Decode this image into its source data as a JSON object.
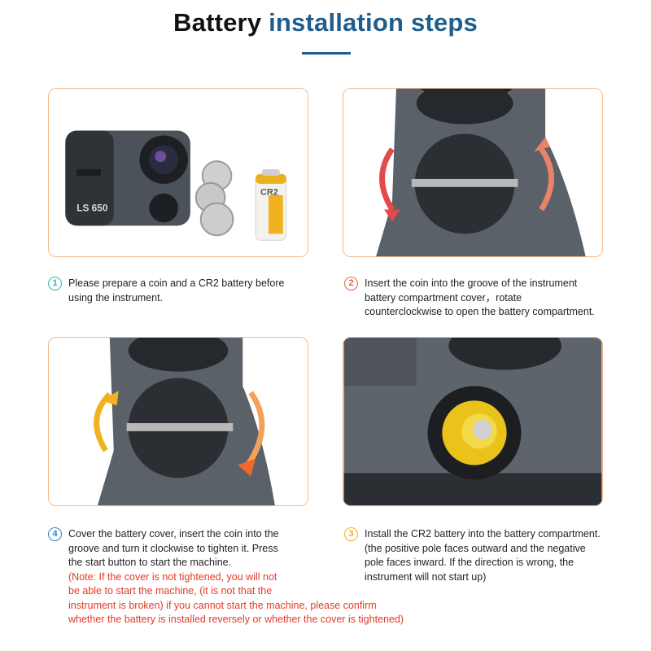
{
  "header": {
    "title_part1": "Battery",
    "title_part2": "installation steps"
  },
  "colors": {
    "title_accent": "#1f5d8c",
    "card_border": "#f2b98a",
    "step1": "#3bb5b5",
    "step2": "#e8663a",
    "step3": "#f0b21e",
    "step4": "#2a86c8",
    "note": "#e03b2a"
  },
  "images": {
    "device_label": "LS 650",
    "battery_label": "CR2"
  },
  "steps": [
    {
      "number": "1",
      "lines": [
        "Please prepare a coin and a CR2 battery before",
        "using the instrument."
      ]
    },
    {
      "number": "2",
      "lines": [
        "Insert the coin into the groove of the instrument",
        "battery compartment cover，rotate",
        "counterclockwise to open the battery compartment."
      ]
    },
    {
      "number": "3",
      "lines": [
        "Install the CR2 battery into the battery compartment.",
        "(the positive pole faces outward and the negative",
        "pole faces inward. If the direction is wrong, the",
        "instrument will not start up)"
      ]
    },
    {
      "number": "4",
      "lines": [
        "Cover the battery cover, insert the coin into the",
        "groove and turn it clockwise to tighten it. Press",
        "the start button to start the machine."
      ],
      "note_lines": [
        "(Note: If the cover is not tightened, you will not",
        "be able to start the machine, (it is not that the",
        "instrument is broken) if you cannot start the machine, please confirm",
        "whether the battery is installed reversely or whether the cover is tightened)"
      ]
    }
  ]
}
